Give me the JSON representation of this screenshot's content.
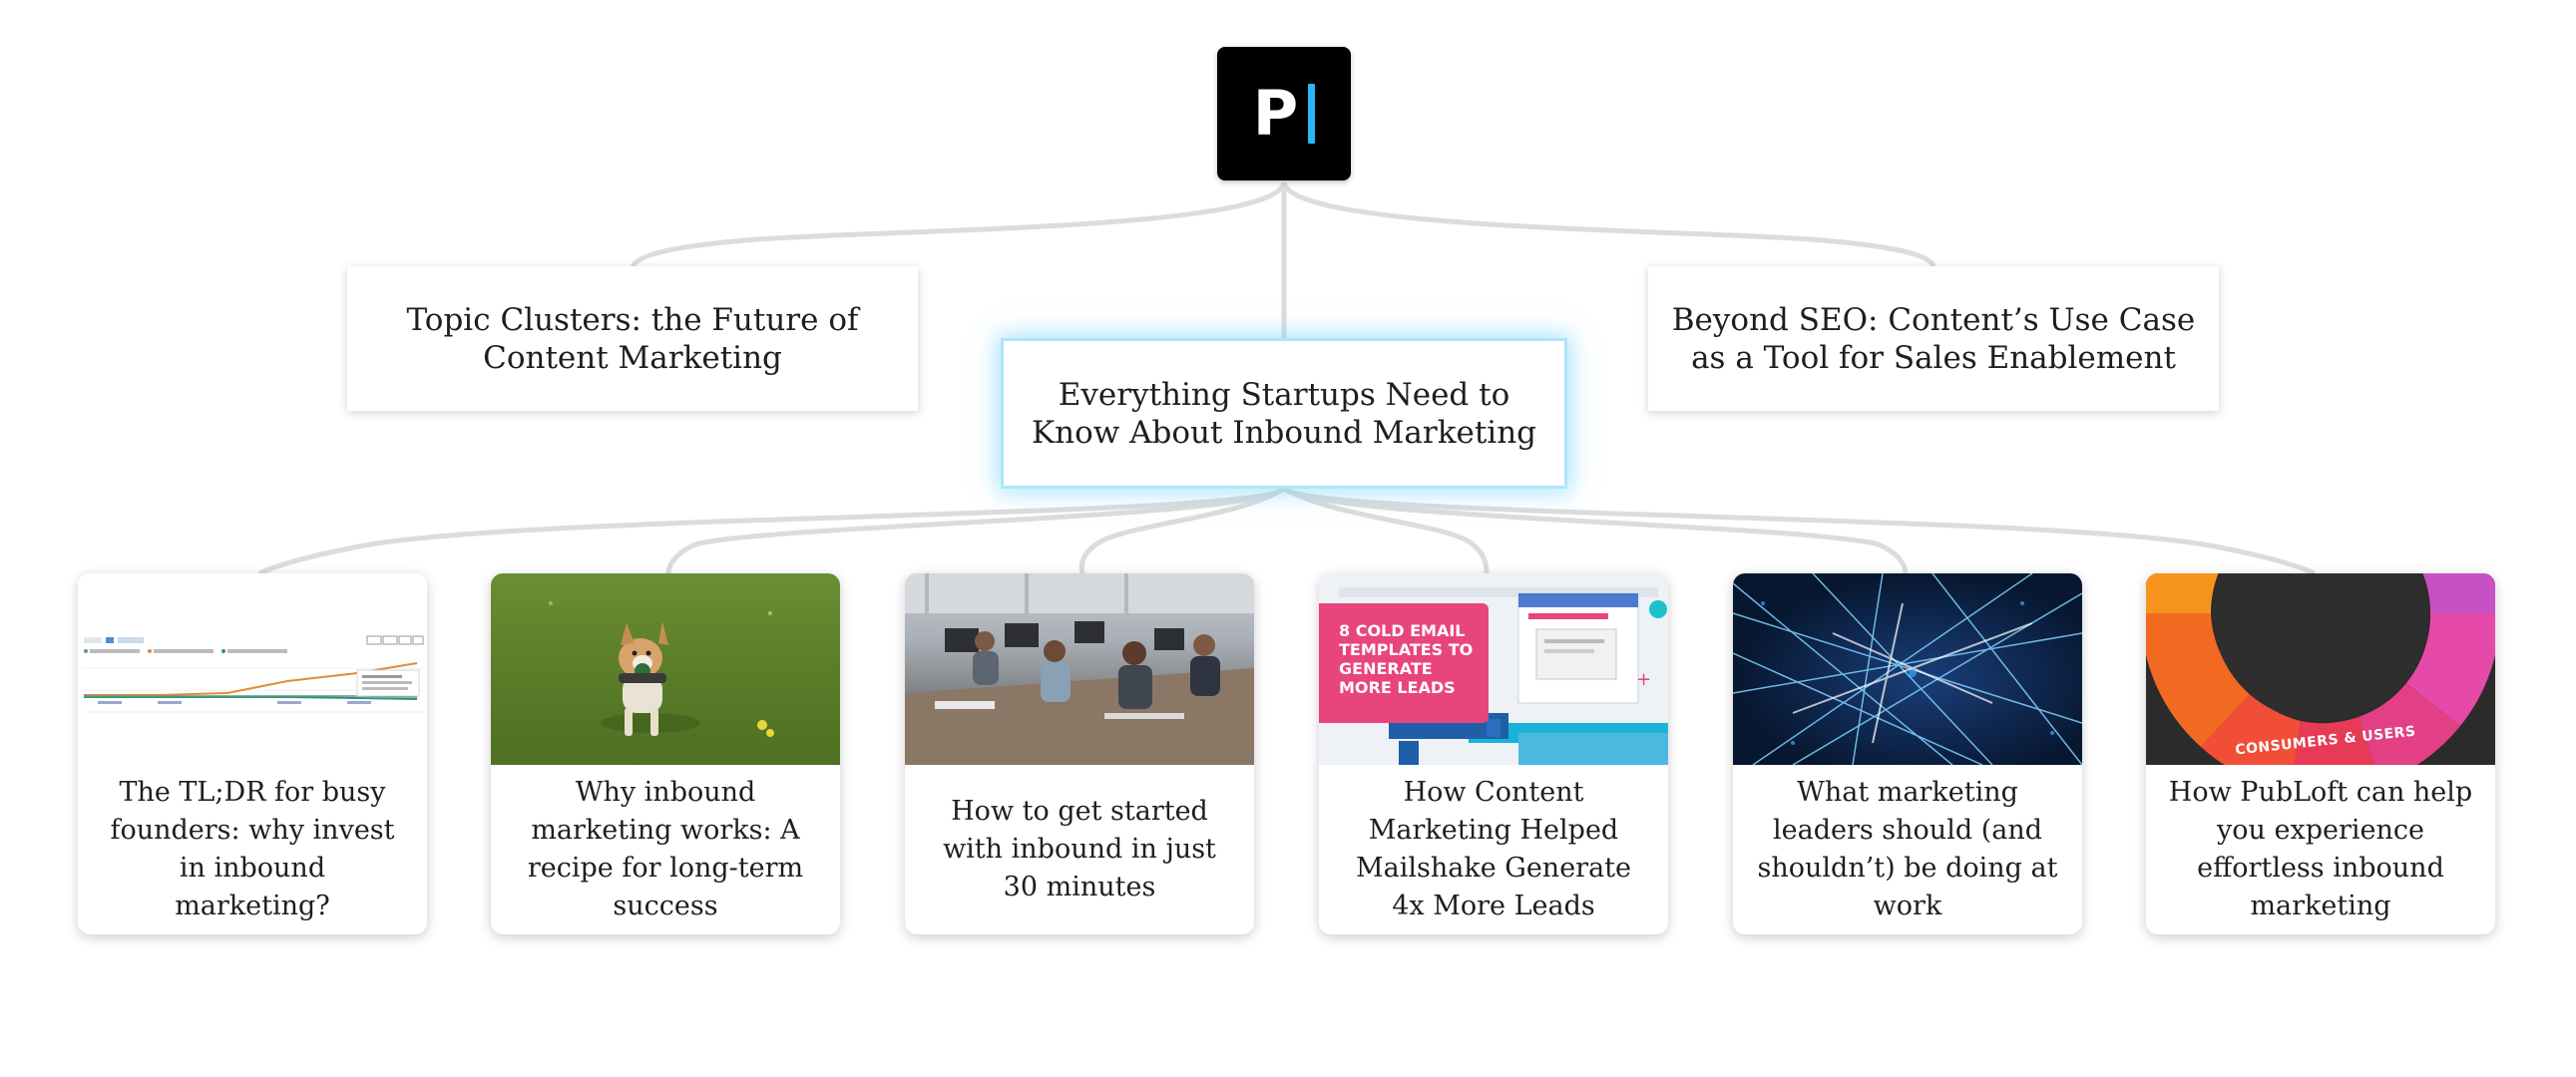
{
  "logo": {
    "letter": "P",
    "icon": "publoft-logo",
    "bar_color": "#29b6f6"
  },
  "topics": {
    "left": "Topic Clusters: the Future of Content Marketing",
    "center": "Everything Startups Need to Know About Inbound Marketing",
    "right": "Beyond SEO: Content’s Use Case as a Tool for Sales Enablement"
  },
  "articles": [
    {
      "title": "The TL;DR for busy founders: why invest in inbound marketing?",
      "thumbnail": "line-chart-screenshot"
    },
    {
      "title": "Why inbound marketing works: A recipe for long-term success",
      "thumbnail": "dog-running-on-grass"
    },
    {
      "title": "How to get started with inbound in just 30 minutes",
      "thumbnail": "office-team-at-desks"
    },
    {
      "title": "How Content Marketing Helped Mailshake Generate 4x More Leads",
      "thumbnail": "email-templates-illustration",
      "badge_text": "8 COLD EMAIL TEMPLATES TO GENERATE MORE LEADS"
    },
    {
      "title": "What marketing leaders should (and shouldn’t) be doing at work",
      "thumbnail": "blue-network-lines"
    },
    {
      "title": "How PubLoft can help you experience effortless inbound marketing",
      "thumbnail": "colorful-wheel-chart",
      "wheel_label": "CONSUMERS & USERS"
    }
  ],
  "colors": {
    "connector": "#dcdcdc",
    "highlight_glow": "#5ac8fa",
    "badge_pink": "#e8457c"
  }
}
